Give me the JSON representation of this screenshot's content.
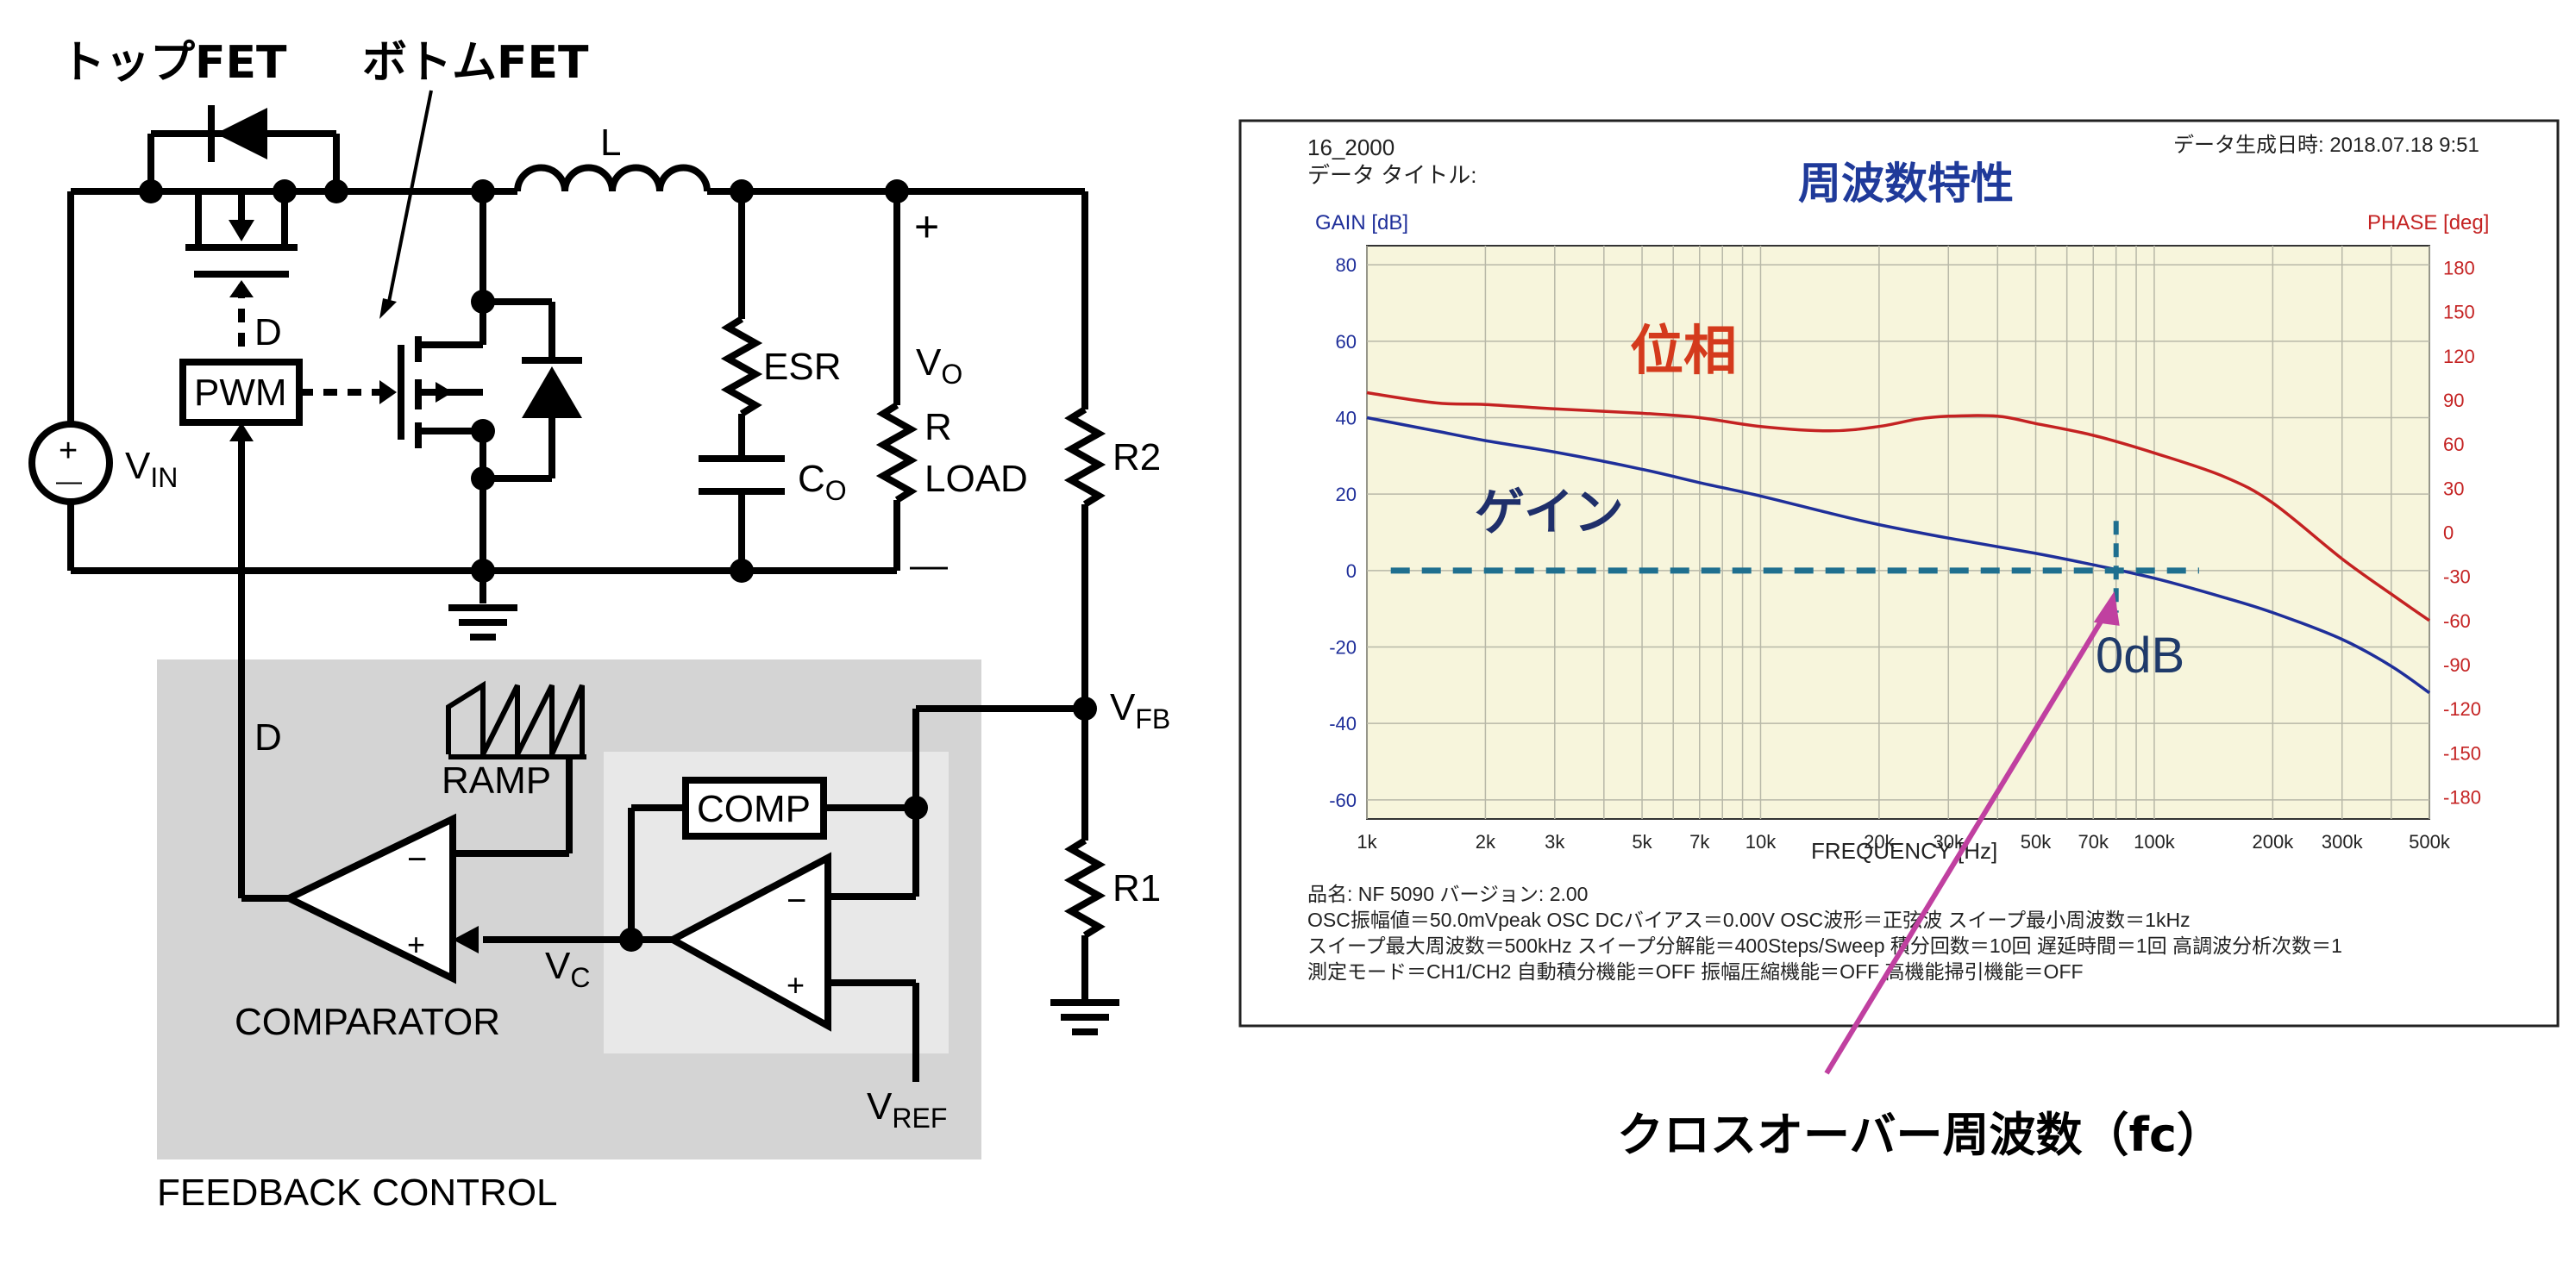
{
  "circuit": {
    "top_fet_label": "トップFET",
    "bottom_fet_label": "ボトムFET",
    "inductor_label": "L",
    "esr_label": "ESR",
    "co_label": "C",
    "co_sub": "O",
    "vo_label": "V",
    "vo_sub": "O",
    "r_label": "R",
    "load_label": "LOAD",
    "plus_label": "+",
    "minus_label": "—",
    "vin_label": "V",
    "vin_sub": "IN",
    "vin_plus": "+",
    "vin_minus": "—",
    "pwm_label": "PWM",
    "d_top_label": "D",
    "d_left_label": "D",
    "r2_label": "R2",
    "r1_label": "R1",
    "vfb_label": "V",
    "vfb_sub": "FB",
    "ramp_label": "RAMP",
    "comp_label": "COMP",
    "comparator_label": "COMPARATOR",
    "vc_label": "V",
    "vc_sub": "C",
    "vref_label": "V",
    "vref_sub": "REF",
    "comparator_minus": "−",
    "comparator_plus": "+",
    "amp_minus": "−",
    "amp_plus": "+",
    "feedback_label": "FEEDBACK CONTROL"
  },
  "bode": {
    "id_text": "16_2000",
    "data_title_label": "データ タイトル:",
    "timestamp": "データ生成日時:  2018.07.18  9:51",
    "chart_title": "周波数特性",
    "gain_axis_label": "GAIN [dB]",
    "phase_axis_label": "PHASE [deg]",
    "x_axis_label": "FREQUENCY [Hz]",
    "phase_annotation": "位相",
    "gain_annotation": "ゲイン",
    "zero_db_annotation": "0dB",
    "info_lines": [
      "品名:  NF 5090          バージョン:  2.00",
      "OSC振幅値＝50.0mVpeak   OSC DCバイアス＝0.00V   OSC波形＝正弦波   スイープ最小周波数＝1kHz",
      "スイープ最大周波数＝500kHz   スイープ分解能＝400Steps/Sweep   積分回数＝10回   遅延時間＝1回   高調波分析次数＝1",
      "測定モード＝CH1/CH2   自動積分機能＝OFF   振幅圧縮機能＝OFF   高機能掃引機能＝OFF"
    ],
    "crossover_caption": "クロスオーバー周波数（fc）",
    "colors": {
      "gain": "#1f2f9a",
      "phase": "#c42222",
      "plot_bg": "#f7f5dc",
      "zero_line": "#1f6f8f",
      "arrow": "#c040a0",
      "title": "#1f3a9a"
    }
  },
  "chart_data": {
    "type": "line",
    "title": "周波数特性",
    "xlabel": "FREQUENCY [Hz]",
    "ylabel": "GAIN [dB]",
    "y2label": "PHASE [deg]",
    "x_scale": "log",
    "xlim": [
      1000,
      500000
    ],
    "ylim": [
      -65,
      85
    ],
    "y2lim": [
      -195,
      195
    ],
    "x_ticks": [
      1000,
      2000,
      3000,
      5000,
      7000,
      10000,
      20000,
      30000,
      50000,
      70000,
      100000,
      200000,
      300000,
      500000
    ],
    "x_tick_labels": [
      "1k",
      "2k",
      "3k",
      "5k",
      "7k",
      "10k",
      "20k",
      "30k",
      "50k",
      "70k",
      "100k",
      "200k",
      "300k",
      "500k"
    ],
    "y_ticks": [
      80,
      60,
      40,
      20,
      0,
      -20,
      -40,
      -60
    ],
    "y2_ticks": [
      180,
      150,
      120,
      90,
      60,
      30,
      0,
      -30,
      -60,
      -90,
      -120,
      -150,
      -180
    ],
    "grid": true,
    "crossover_hz": 80000,
    "series": [
      {
        "name": "ゲイン",
        "axis": "left",
        "x": [
          1000,
          1500,
          2000,
          3000,
          5000,
          7000,
          10000,
          15000,
          20000,
          30000,
          50000,
          70000,
          100000,
          150000,
          200000,
          300000,
          400000,
          500000
        ],
        "y": [
          40,
          36.5,
          34,
          31,
          26.5,
          23,
          19.5,
          15,
          12,
          8.5,
          4.5,
          1.5,
          -2,
          -7,
          -11,
          -18,
          -25,
          -32
        ]
      },
      {
        "name": "位相",
        "axis": "right",
        "x": [
          1000,
          1500,
          2000,
          3000,
          5000,
          7000,
          10000,
          15000,
          20000,
          25000,
          30000,
          40000,
          50000,
          70000,
          100000,
          150000,
          200000,
          300000,
          400000,
          500000
        ],
        "y": [
          95,
          88,
          87,
          84,
          81,
          78,
          72,
          69,
          72,
          77,
          79,
          79,
          74,
          66,
          54,
          38,
          20,
          -18,
          -42,
          -60
        ]
      }
    ]
  }
}
